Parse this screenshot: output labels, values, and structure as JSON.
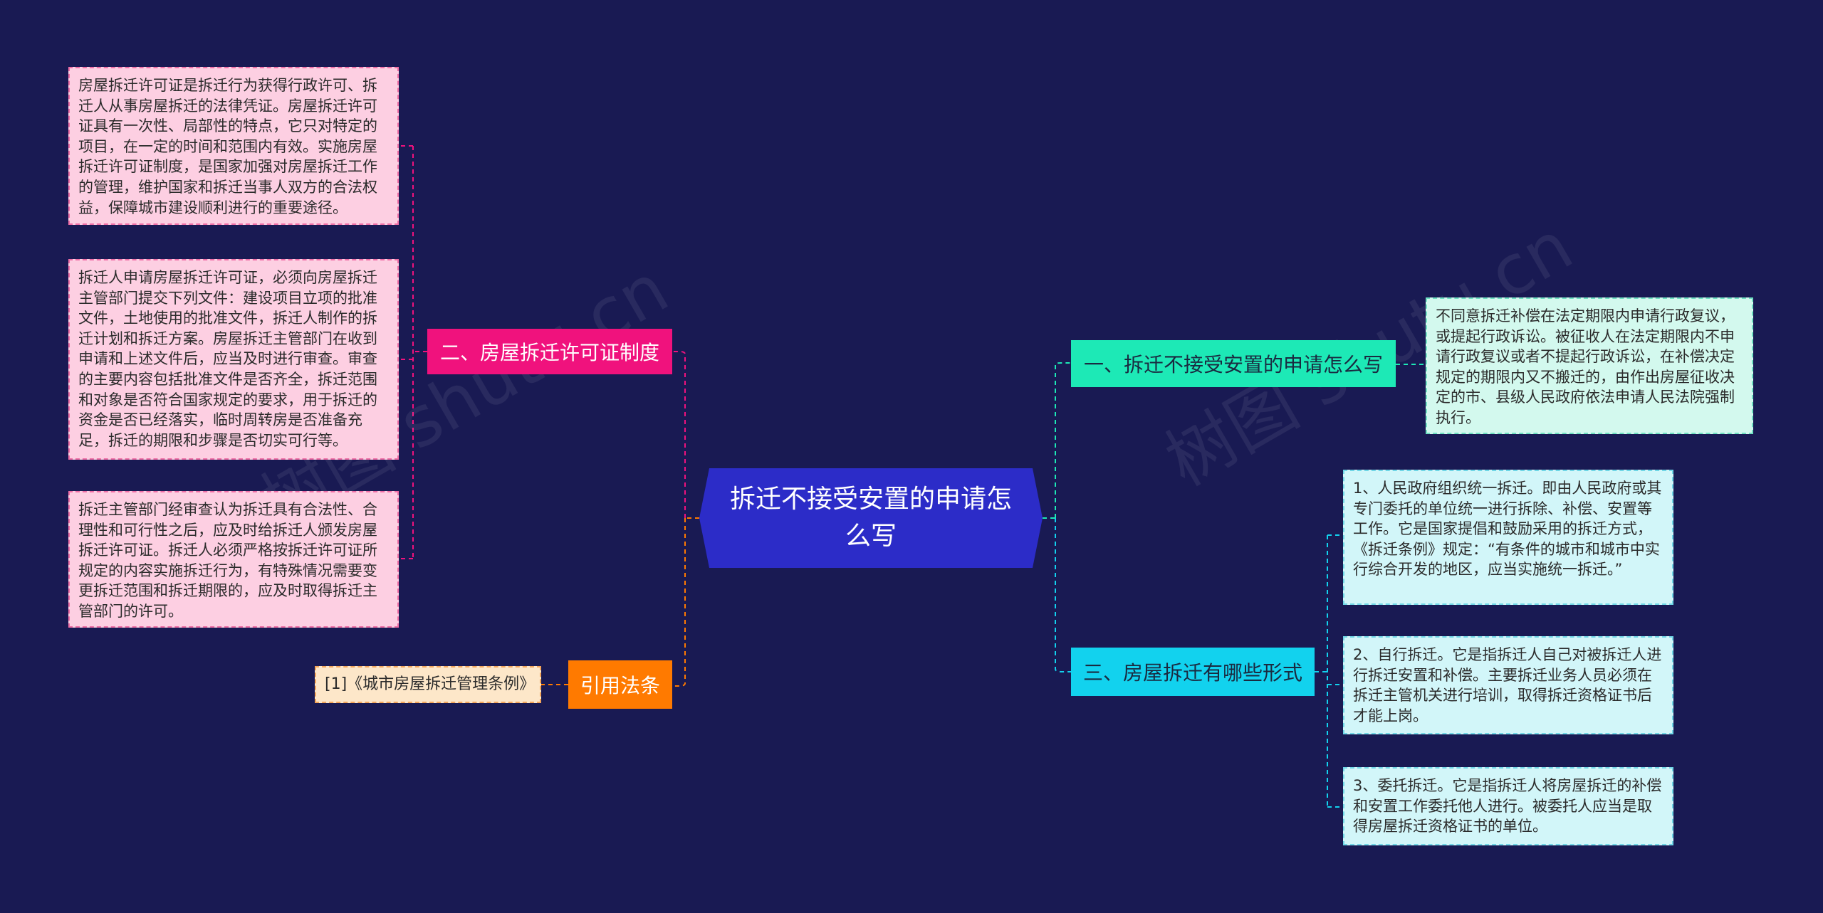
{
  "center": {
    "label": "拆迁不接受安置的申请怎么写"
  },
  "branches": {
    "b1": {
      "label": "一、拆迁不接受安置的申请怎么写",
      "color": "#1de9b6"
    },
    "b2": {
      "label": "二、房屋拆迁许可证制度",
      "color": "#f0127d"
    },
    "b3": {
      "label": "三、房屋拆迁有哪些形式",
      "color": "#12d2ee"
    },
    "b4": {
      "label": "引用法条",
      "color": "#ff7a00"
    }
  },
  "leaves": {
    "b1_1": "不同意拆迁补偿在法定期限内申请行政复议，或提起行政诉讼。被征收人在法定期限内不申请行政复议或者不提起行政诉讼，在补偿决定规定的期限内又不搬迁的，由作出房屋征收决定的市、县级人民政府依法申请人民法院强制执行。",
    "b2_1": "房屋拆迁许可证是拆迁行为获得行政许可、拆迁人从事房屋拆迁的法律凭证。房屋拆迁许可证具有一次性、局部性的特点，它只对特定的项目，在一定的时间和范围内有效。实施房屋拆迁许可证制度，是国家加强对房屋拆迁工作的管理，维护国家和拆迁当事人双方的合法权益，保障城市建设顺利进行的重要途径。",
    "b2_2": "拆迁人申请房屋拆迁许可证，必须向房屋拆迁主管部门提交下列文件：建设项目立项的批准文件，土地使用的批准文件，拆迁人制作的拆迁计划和拆迁方案。房屋拆迁主管部门在收到申请和上述文件后，应当及时进行审查。审查的主要内容包括批准文件是否齐全，拆迁范围和对象是否符合国家规定的要求，用于拆迁的资金是否已经落实，临时周转房是否准备充足，拆迁的期限和步骤是否切实可行等。",
    "b2_3": "拆迁主管部门经审查认为拆迁具有合法性、合理性和可行性之后，应及时给拆迁人颁发房屋拆迁许可证。拆迁人必须严格按拆迁许可证所规定的内容实施拆迁行为，有特殊情况需要变更拆迁范围和拆迁期限的，应及时取得拆迁主管部门的许可。",
    "b3_1": "1、人民政府组织统一拆迁。即由人民政府或其专门委托的单位统一进行拆除、补偿、安置等工作。它是国家提倡和鼓励采用的拆迁方式，《拆迁条例》规定：“有条件的城市和城市中实行综合开发的地区，应当实施统一拆迁。”",
    "b3_2": "2、自行拆迁。它是指拆迁人自己对被拆迁人进行拆迁安置和补偿。主要拆迁业务人员必须在拆迁主管机关进行培训，取得拆迁资格证书后才能上岗。",
    "b3_3": "3、委托拆迁。它是指拆迁人将房屋拆迁的补偿和安置工作委托他人进行。被委托人应当是取得房屋拆迁资格证书的单位。",
    "b4_1": "[1]《城市房屋拆迁管理条例》"
  },
  "watermarks": [
    "树图 shutu.cn",
    "树图 shutu.cn"
  ]
}
